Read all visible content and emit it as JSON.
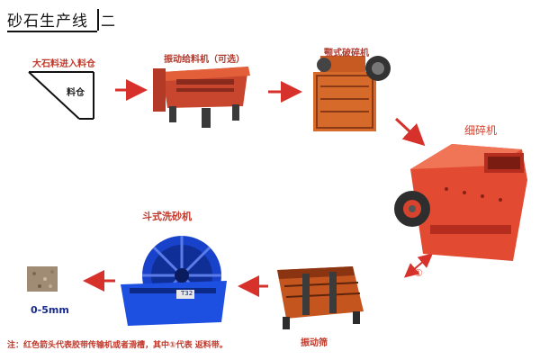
{
  "header": {
    "title": "砂石生产线",
    "number": "二"
  },
  "steps": {
    "hopper": {
      "title": "大石料进入料仓",
      "inner": "料仓"
    },
    "feeder": {
      "label": "振动给料机（可选）"
    },
    "jaw": {
      "label": "颚式破碎机"
    },
    "fine": {
      "label": "细碎机"
    },
    "screen": {
      "label": "振动筛"
    },
    "washer": {
      "label": "斗式洗砂机",
      "plate": "T32"
    },
    "product": {
      "label": "0-5mm"
    }
  },
  "return_marker": "①",
  "footnote": "注：红色箭头代表胶带传输机或者滑槽，其中①代表 返料带。",
  "colors": {
    "arrow": "#d6312b",
    "machine_red": "#d8432e",
    "washer_blue": "#1742c9"
  }
}
